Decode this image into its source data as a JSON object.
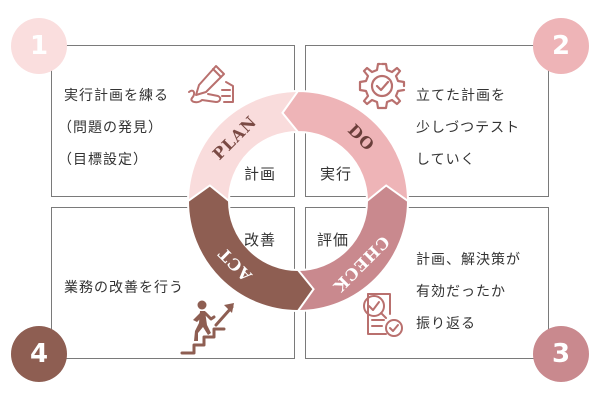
{
  "boxes": {
    "plan": {
      "number": "1",
      "lines": [
        "実行計画を練る",
        "（問題の発見）",
        "（目標設定）"
      ]
    },
    "do": {
      "number": "2",
      "lines": [
        "立てた計画を",
        "少しづつテスト",
        "していく"
      ]
    },
    "check": {
      "number": "3",
      "lines": [
        "計画、解決策が",
        "有効だったか",
        "振り返る"
      ]
    },
    "act": {
      "number": "4",
      "lines": [
        "業務の改善を行う"
      ]
    }
  },
  "cycle": {
    "plan": {
      "label": "PLAN",
      "inner": "計画"
    },
    "do": {
      "label": "DO",
      "inner": "実行"
    },
    "check": {
      "label": "CHECK",
      "inner": "評価"
    },
    "act": {
      "label": "ACT",
      "inner": "改善"
    }
  },
  "icons": {
    "plan": "hand-writing-icon",
    "do": "gear-check-icon",
    "check": "document-magnifier-icon",
    "act": "person-climbing-stairs-icon"
  },
  "colors": {
    "plan": "#f9dcdc",
    "do": "#eeb4b7",
    "check": "#c9898e",
    "act": "#8e5e52",
    "badge_plan": "#fadede",
    "badge_do": "#eeb4b7",
    "badge_check": "#c9898e",
    "badge_act": "#8e5e52",
    "icon": "#b9706e",
    "icon_dark": "#8e5e52"
  }
}
